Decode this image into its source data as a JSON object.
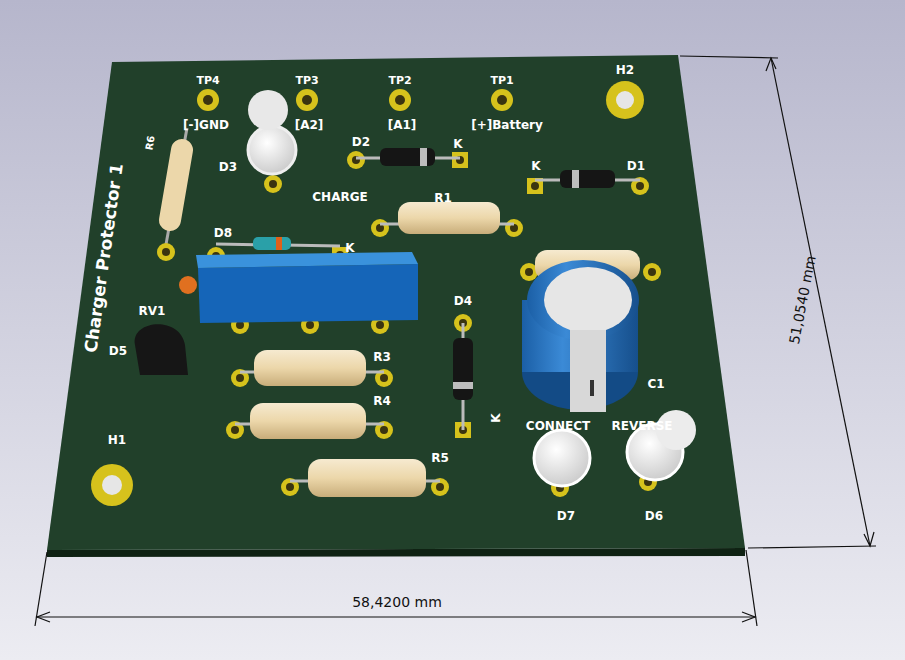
{
  "diagram": {
    "labels": [
      "TP4",
      "TP3",
      "TP2",
      "TP1",
      "H2",
      "[-]GND",
      "[A2]",
      "[A1]",
      "[+]Battery",
      "R6",
      "D3",
      "D2",
      "K",
      "K",
      "D1",
      "CHARGE",
      "R1",
      "Charger Protector 1",
      "D8",
      "K",
      "RV1",
      "D5",
      "D4",
      "R3",
      "R4",
      "K",
      "C1",
      "CONNECT",
      "REVERSE",
      "R5",
      "H1",
      "D7",
      "D6",
      "58,4200 mm",
      "51,0540 mm"
    ]
  }
}
